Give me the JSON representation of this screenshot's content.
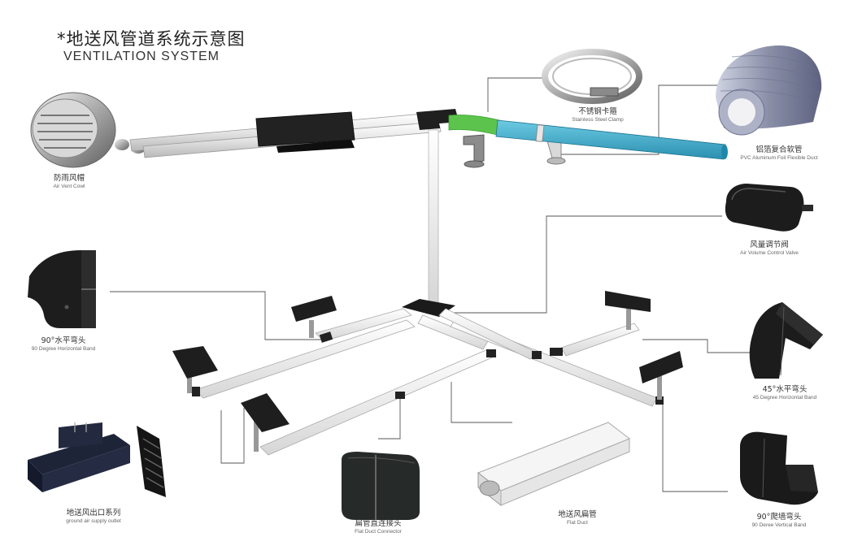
{
  "title": {
    "cn": "*地送风管道系统示意图",
    "en": "VENTILATION SYSTEM"
  },
  "components": [
    {
      "id": "air-vent-cowl",
      "cn": "防雨风帽",
      "en": "Air Vent Cowl"
    },
    {
      "id": "steel-clamp",
      "cn": "不锈钢卡箍",
      "en": "Stainless Steel Clamp"
    },
    {
      "id": "flexible-duct",
      "cn": "铝箔复合软管",
      "en": "PVC Aluminum Foil Flexible Duct"
    },
    {
      "id": "volume-valve",
      "cn": "风量调节阀",
      "en": "Air Volume Control Valve"
    },
    {
      "id": "horizontal-bend-90",
      "cn": "90°水平弯头",
      "en": "90 Degree Horizontal Band"
    },
    {
      "id": "horizontal-bend-45",
      "cn": "45°水平弯头",
      "en": "45 Degree Horizontal Band"
    },
    {
      "id": "supply-outlet",
      "cn": "地送风出口系列",
      "en": "ground air supply outlet"
    },
    {
      "id": "flat-duct-connector",
      "cn": "扁管直连接头",
      "en": "Flat Duct Connector"
    },
    {
      "id": "flat-duct",
      "cn": "地送风扁管",
      "en": "Flat Duct"
    },
    {
      "id": "vertical-bend-90",
      "cn": "90°爬墙弯头",
      "en": "90 Deree Vertical Band"
    }
  ],
  "colors": {
    "duct": "#eeeeee",
    "fitting": "#1c1c1c",
    "hose": "#3aa9c9",
    "green": "#5cc44c",
    "leader": "#555555"
  }
}
